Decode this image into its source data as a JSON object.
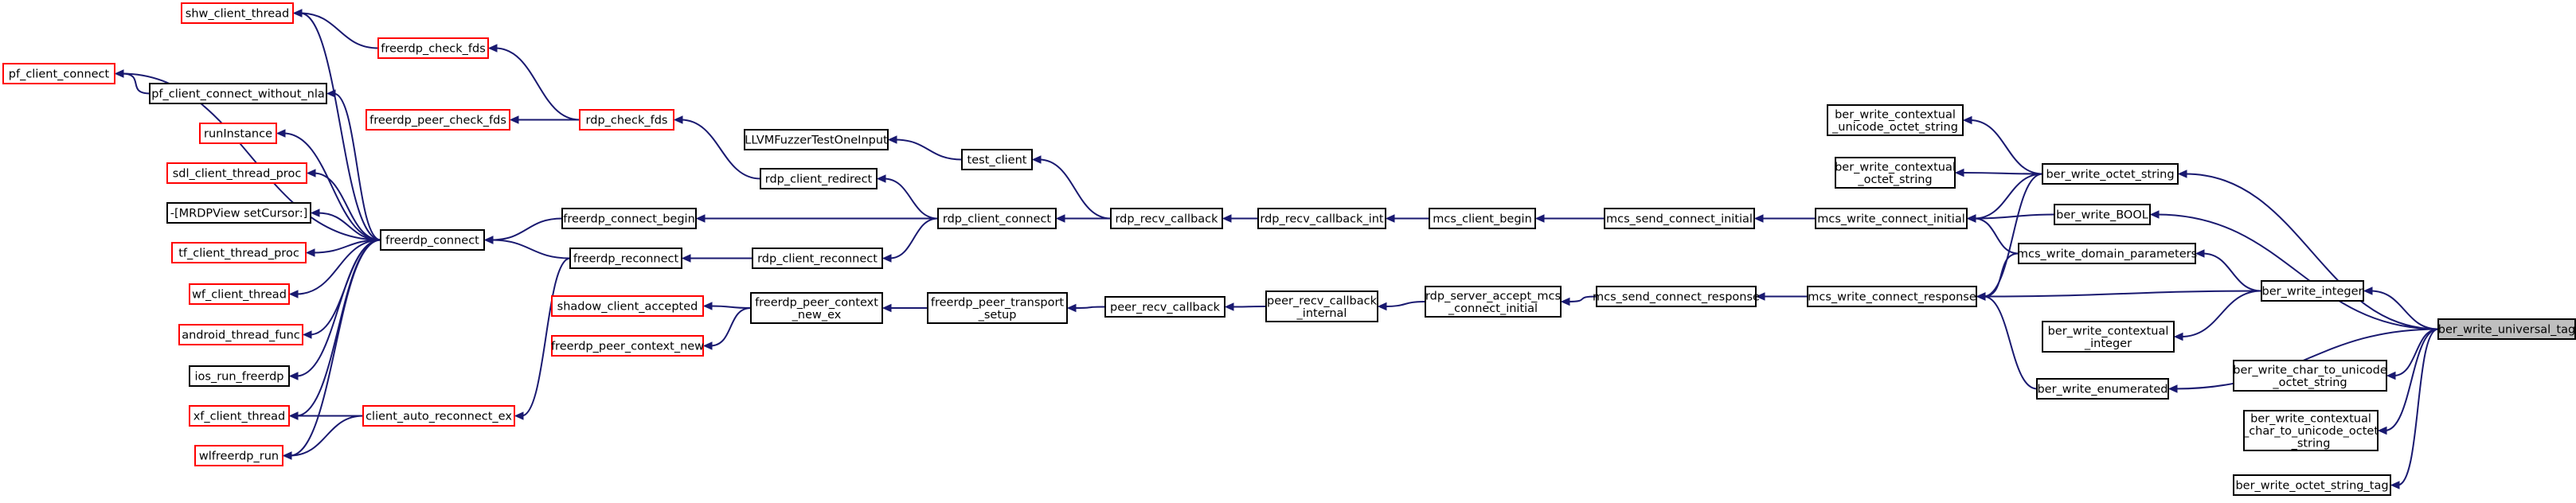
{
  "colors": {
    "edge": "#191970",
    "border_normal": "#000000",
    "border_truncated": "#ff0000",
    "root_fill": "#bfbfbf",
    "fill": "#ffffff"
  },
  "nodes": {
    "shw_client_thread": {
      "lines": [
        "shw_client_thread"
      ],
      "style": "truncated"
    },
    "pf_client_connect": {
      "lines": [
        "pf_client_connect"
      ],
      "style": "truncated"
    },
    "runInstance": {
      "lines": [
        "runInstance"
      ],
      "style": "truncated"
    },
    "sdl_client_thread_proc": {
      "lines": [
        "sdl_client_thread_proc"
      ],
      "style": "truncated"
    },
    "mrdpview_setcursor": {
      "lines": [
        "-[MRDPView setCursor:]"
      ],
      "style": "normal"
    },
    "tf_client_thread_proc": {
      "lines": [
        "tf_client_thread_proc"
      ],
      "style": "truncated"
    },
    "wf_client_thread": {
      "lines": [
        "wf_client_thread"
      ],
      "style": "truncated"
    },
    "android_thread_func": {
      "lines": [
        "android_thread_func"
      ],
      "style": "truncated"
    },
    "ios_run_freerdp": {
      "lines": [
        "ios_run_freerdp"
      ],
      "style": "normal"
    },
    "xf_client_thread": {
      "lines": [
        "xf_client_thread"
      ],
      "style": "truncated"
    },
    "wlfreerdp_run": {
      "lines": [
        "wlfreerdp_run"
      ],
      "style": "truncated"
    },
    "pf_client_connect_without_nla": {
      "lines": [
        "pf_client_connect_without_nla"
      ],
      "style": "normal"
    },
    "freerdp_check_fds": {
      "lines": [
        "freerdp_check_fds"
      ],
      "style": "truncated"
    },
    "freerdp_peer_check_fds": {
      "lines": [
        "freerdp_peer_check_fds"
      ],
      "style": "truncated"
    },
    "freerdp_connect": {
      "lines": [
        "freerdp_connect"
      ],
      "style": "normal"
    },
    "client_auto_reconnect_ex": {
      "lines": [
        "client_auto_reconnect_ex"
      ],
      "style": "truncated"
    },
    "shadow_client_accepted": {
      "lines": [
        "shadow_client_accepted"
      ],
      "style": "truncated"
    },
    "freerdp_peer_context_new": {
      "lines": [
        "freerdp_peer_context_new"
      ],
      "style": "truncated"
    },
    "rdp_check_fds": {
      "lines": [
        "rdp_check_fds"
      ],
      "style": "truncated"
    },
    "freerdp_connect_begin": {
      "lines": [
        "freerdp_connect_begin"
      ],
      "style": "normal"
    },
    "freerdp_reconnect": {
      "lines": [
        "freerdp_reconnect"
      ],
      "style": "normal"
    },
    "llvm_fuzzer": {
      "lines": [
        "LLVMFuzzerTestOneInput"
      ],
      "style": "normal"
    },
    "rdp_client_redirect": {
      "lines": [
        "rdp_client_redirect"
      ],
      "style": "normal"
    },
    "rdp_client_reconnect": {
      "lines": [
        "rdp_client_reconnect"
      ],
      "style": "normal"
    },
    "freerdp_peer_context_new_ex": {
      "lines": [
        "freerdp_peer_context",
        "_new_ex"
      ],
      "style": "normal"
    },
    "test_client": {
      "lines": [
        "test_client"
      ],
      "style": "normal"
    },
    "rdp_client_connect": {
      "lines": [
        "rdp_client_connect"
      ],
      "style": "normal"
    },
    "freerdp_peer_transport_setup": {
      "lines": [
        "freerdp_peer_transport",
        "_setup"
      ],
      "style": "normal"
    },
    "rdp_recv_callback": {
      "lines": [
        "rdp_recv_callback"
      ],
      "style": "normal"
    },
    "peer_recv_callback": {
      "lines": [
        "peer_recv_callback"
      ],
      "style": "normal"
    },
    "rdp_recv_callback_int": {
      "lines": [
        "rdp_recv_callback_int"
      ],
      "style": "normal"
    },
    "peer_recv_callback_internal": {
      "lines": [
        "peer_recv_callback",
        "_internal"
      ],
      "style": "normal"
    },
    "mcs_client_begin": {
      "lines": [
        "mcs_client_begin"
      ],
      "style": "normal"
    },
    "rdp_server_accept_mcs_connect_initial": {
      "lines": [
        "rdp_server_accept_mcs",
        "_connect_initial"
      ],
      "style": "normal"
    },
    "mcs_send_connect_initial": {
      "lines": [
        "mcs_send_connect_initial"
      ],
      "style": "normal"
    },
    "mcs_send_connect_response": {
      "lines": [
        "mcs_send_connect_response"
      ],
      "style": "normal"
    },
    "mcs_write_connect_initial": {
      "lines": [
        "mcs_write_connect_initial"
      ],
      "style": "normal"
    },
    "mcs_write_connect_response": {
      "lines": [
        "mcs_write_connect_response"
      ],
      "style": "normal"
    },
    "ber_write_contextual_unicode_octet_string": {
      "lines": [
        "ber_write_contextual",
        "_unicode_octet_string"
      ],
      "style": "normal"
    },
    "ber_write_contextual_octet_string": {
      "lines": [
        "ber_write_contextual",
        "_octet_string"
      ],
      "style": "normal"
    },
    "ber_write_contextual_integer": {
      "lines": [
        "ber_write_contextual",
        "_integer"
      ],
      "style": "normal"
    },
    "ber_write_octet_string": {
      "lines": [
        "ber_write_octet_string"
      ],
      "style": "normal"
    },
    "ber_write_BOOL": {
      "lines": [
        "ber_write_BOOL"
      ],
      "style": "normal"
    },
    "mcs_write_domain_parameters": {
      "lines": [
        "mcs_write_domain_parameters"
      ],
      "style": "normal"
    },
    "ber_write_integer": {
      "lines": [
        "ber_write_integer"
      ],
      "style": "normal"
    },
    "ber_write_enumerated": {
      "lines": [
        "ber_write_enumerated"
      ],
      "style": "normal"
    },
    "ber_write_char_to_unicode_octet_string": {
      "lines": [
        "ber_write_char_to_unicode",
        "_octet_string"
      ],
      "style": "normal"
    },
    "ber_write_contextual_char_to_unicode_octet_string": {
      "lines": [
        "ber_write_contextual",
        "_char_to_unicode_octet",
        "_string"
      ],
      "style": "normal"
    },
    "ber_write_octet_string_tag": {
      "lines": [
        "ber_write_octet_string_tag"
      ],
      "style": "normal"
    },
    "ber_write_universal_tag": {
      "lines": [
        "ber_write_universal_tag"
      ],
      "style": "root"
    }
  },
  "edges": [
    [
      "shw_client_thread",
      "freerdp_connect"
    ],
    [
      "pf_client_connect",
      "freerdp_connect"
    ],
    [
      "pf_client_connect",
      "pf_client_connect_without_nla"
    ],
    [
      "pf_client_connect_without_nla",
      "freerdp_connect"
    ],
    [
      "runInstance",
      "freerdp_connect"
    ],
    [
      "sdl_client_thread_proc",
      "freerdp_connect"
    ],
    [
      "mrdpview_setcursor",
      "freerdp_connect"
    ],
    [
      "tf_client_thread_proc",
      "freerdp_connect"
    ],
    [
      "wf_client_thread",
      "freerdp_connect"
    ],
    [
      "android_thread_func",
      "freerdp_connect"
    ],
    [
      "ios_run_freerdp",
      "freerdp_connect"
    ],
    [
      "xf_client_thread",
      "freerdp_connect"
    ],
    [
      "xf_client_thread",
      "client_auto_reconnect_ex"
    ],
    [
      "wlfreerdp_run",
      "freerdp_connect"
    ],
    [
      "wlfreerdp_run",
      "client_auto_reconnect_ex"
    ],
    [
      "shw_client_thread",
      "freerdp_check_fds"
    ],
    [
      "freerdp_check_fds",
      "rdp_check_fds"
    ],
    [
      "freerdp_peer_check_fds",
      "rdp_check_fds"
    ],
    [
      "freerdp_connect",
      "freerdp_connect_begin"
    ],
    [
      "freerdp_connect",
      "freerdp_reconnect"
    ],
    [
      "client_auto_reconnect_ex",
      "freerdp_reconnect"
    ],
    [
      "rdp_check_fds",
      "rdp_client_redirect"
    ],
    [
      "freerdp_connect_begin",
      "rdp_client_connect"
    ],
    [
      "freerdp_reconnect",
      "rdp_client_reconnect"
    ],
    [
      "rdp_client_redirect",
      "rdp_client_connect"
    ],
    [
      "rdp_client_reconnect",
      "rdp_client_connect"
    ],
    [
      "llvm_fuzzer",
      "test_client"
    ],
    [
      "test_client",
      "rdp_recv_callback"
    ],
    [
      "rdp_client_connect",
      "rdp_recv_callback"
    ],
    [
      "rdp_recv_callback",
      "rdp_recv_callback_int"
    ],
    [
      "rdp_recv_callback_int",
      "mcs_client_begin"
    ],
    [
      "mcs_client_begin",
      "mcs_send_connect_initial"
    ],
    [
      "mcs_send_connect_initial",
      "mcs_write_connect_initial"
    ],
    [
      "shadow_client_accepted",
      "freerdp_peer_context_new_ex"
    ],
    [
      "freerdp_peer_context_new",
      "freerdp_peer_context_new_ex"
    ],
    [
      "freerdp_peer_context_new_ex",
      "freerdp_peer_transport_setup"
    ],
    [
      "freerdp_peer_transport_setup",
      "peer_recv_callback"
    ],
    [
      "peer_recv_callback",
      "peer_recv_callback_internal"
    ],
    [
      "peer_recv_callback_internal",
      "rdp_server_accept_mcs_connect_initial"
    ],
    [
      "rdp_server_accept_mcs_connect_initial",
      "mcs_send_connect_response"
    ],
    [
      "mcs_send_connect_response",
      "mcs_write_connect_response"
    ],
    [
      "ber_write_contextual_unicode_octet_string",
      "ber_write_octet_string"
    ],
    [
      "ber_write_contextual_octet_string",
      "ber_write_octet_string"
    ],
    [
      "mcs_write_connect_initial",
      "ber_write_octet_string"
    ],
    [
      "mcs_write_connect_initial",
      "ber_write_BOOL"
    ],
    [
      "mcs_write_connect_initial",
      "mcs_write_domain_parameters"
    ],
    [
      "mcs_write_connect_response",
      "ber_write_octet_string"
    ],
    [
      "mcs_write_connect_response",
      "mcs_write_domain_parameters"
    ],
    [
      "mcs_write_connect_response",
      "ber_write_integer"
    ],
    [
      "mcs_write_connect_response",
      "ber_write_enumerated"
    ],
    [
      "mcs_write_domain_parameters",
      "ber_write_integer"
    ],
    [
      "ber_write_contextual_integer",
      "ber_write_integer"
    ],
    [
      "ber_write_octet_string",
      "ber_write_universal_tag"
    ],
    [
      "ber_write_BOOL",
      "ber_write_universal_tag"
    ],
    [
      "ber_write_integer",
      "ber_write_universal_tag"
    ],
    [
      "ber_write_enumerated",
      "ber_write_universal_tag"
    ],
    [
      "ber_write_char_to_unicode_octet_string",
      "ber_write_universal_tag"
    ],
    [
      "ber_write_contextual_char_to_unicode_octet_string",
      "ber_write_universal_tag"
    ],
    [
      "ber_write_octet_string_tag",
      "ber_write_universal_tag"
    ]
  ]
}
